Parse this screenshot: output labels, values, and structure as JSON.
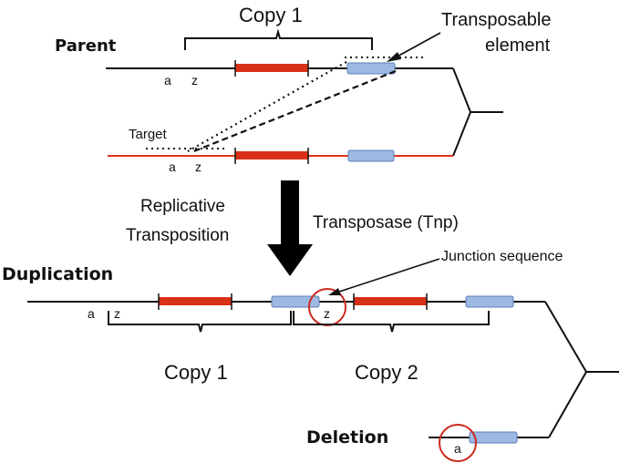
{
  "labels": {
    "parent": "Parent",
    "copy1_top": "Copy 1",
    "transposable_element_line1": "Transposable",
    "transposable_element_line2": "element",
    "target": "Target",
    "replicative_line1": "Replicative",
    "replicative_line2": "Transposition",
    "transposase": "Transposase (Tnp)",
    "duplication": "Duplication",
    "junction_sequence": "Junction sequence",
    "copy1_bottom": "Copy 1",
    "copy2_bottom": "Copy 2",
    "deletion": "Deletion"
  },
  "markers": {
    "parent_a": "a",
    "parent_z": "z",
    "target_a": "a",
    "target_z": "z",
    "dup_a": "a",
    "dup_z_left": "z",
    "dup_z_junction": "z",
    "deletion_a": "a"
  },
  "colors": {
    "black_strand": "#111111",
    "red_strand": "#e0331c",
    "gene_block": "#d93018",
    "transposable_element": "#9db9e3",
    "te_outline": "#5d7fb7",
    "circle": "#cc2b1e"
  }
}
